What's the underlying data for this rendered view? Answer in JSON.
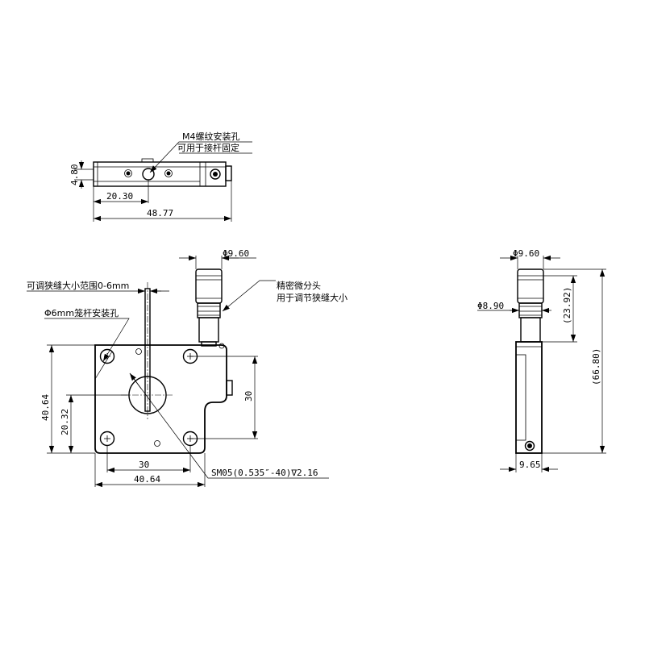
{
  "top_view": {
    "note_line1": "M4螺纹安装孔",
    "note_line2": "可用于接杆固定",
    "dim_height": "4.80",
    "dim_hole_offset": "20.30",
    "dim_length": "48.77"
  },
  "front_view": {
    "dim_micrometer_dia": "Φ9.60",
    "note_slit": "可调狭缝大小范围0-6mm",
    "note_cage": "Φ6mm笼杆安装孔",
    "note_micrometer_line1": "精密微分头",
    "note_micrometer_line2": "用于调节狭缝大小",
    "dim_height": "40.64",
    "dim_center_height": "20.32",
    "dim_hole_spacing_v": "30",
    "dim_hole_spacing_h": "30",
    "dim_width": "40.64",
    "note_thread": "SM05(0.535″-40)",
    "note_depth": "∇2.16"
  },
  "side_view": {
    "dim_top_dia": "Φ9.60",
    "dim_barrel_dia": "Φ8.90",
    "dim_travel": "(23.92)",
    "dim_total_height": "(66.80)",
    "dim_thickness": "9.65"
  }
}
